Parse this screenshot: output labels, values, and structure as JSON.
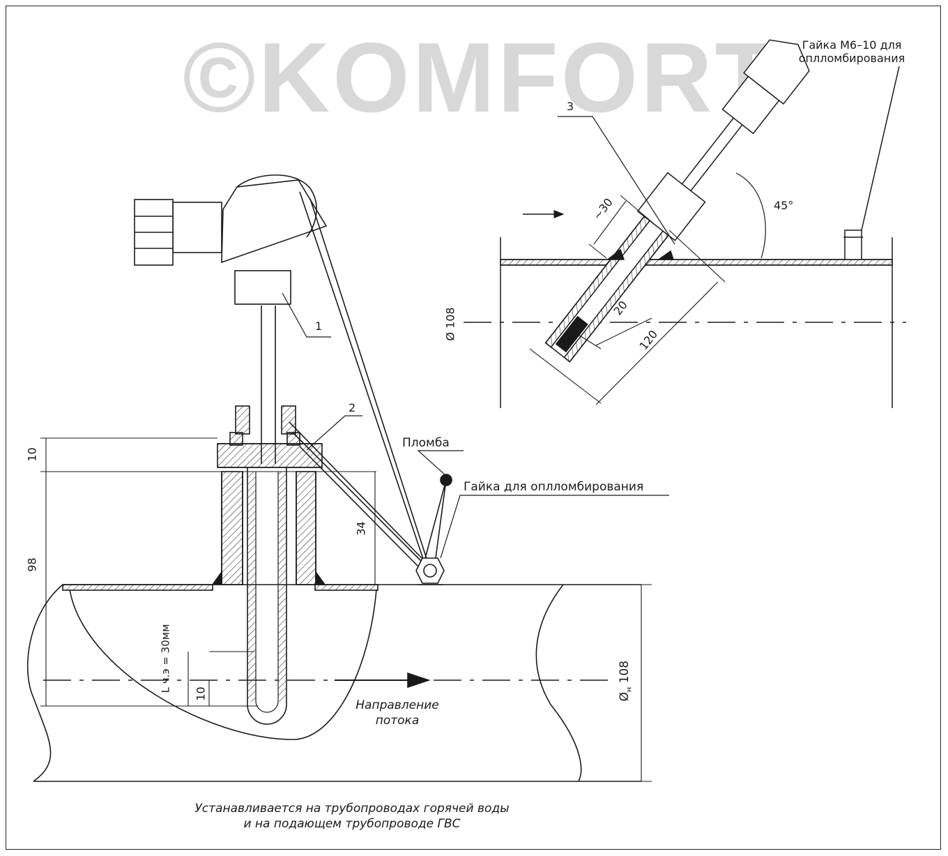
{
  "watermark": {
    "symbol": "©",
    "text": "KOMFORT"
  },
  "labels": {
    "nut_m6": "Гайка М6–10 для",
    "nut_m6_line2": "оплломбирования",
    "item_1": "1",
    "item_2": "2",
    "item_3": "3",
    "seal": "Пломба",
    "seal_nut": "Гайка для оплломбирования",
    "flow_direction_line1": "Направление",
    "flow_direction_line2": "потока",
    "caption_line1": "Устанавливается на трубопроводах горячей воды",
    "caption_line2": "и на подающем трубопроводе ГВС"
  },
  "dimensions": {
    "d10_top": "10",
    "d98": "98",
    "d34": "34",
    "lcz": "L ч.э = 30мм",
    "d10_bottom": "10",
    "diam_main": "Ø",
    "diam_main_sub": "н",
    "diam_main_val": "108",
    "right_diam": "Ø 108",
    "right_30": "~30",
    "right_20": "20",
    "right_120": "120",
    "right_angle": "45°"
  },
  "colors": {
    "line": "#1a1a1a",
    "watermark": "#d8d8d8",
    "hatch": "#333333"
  }
}
